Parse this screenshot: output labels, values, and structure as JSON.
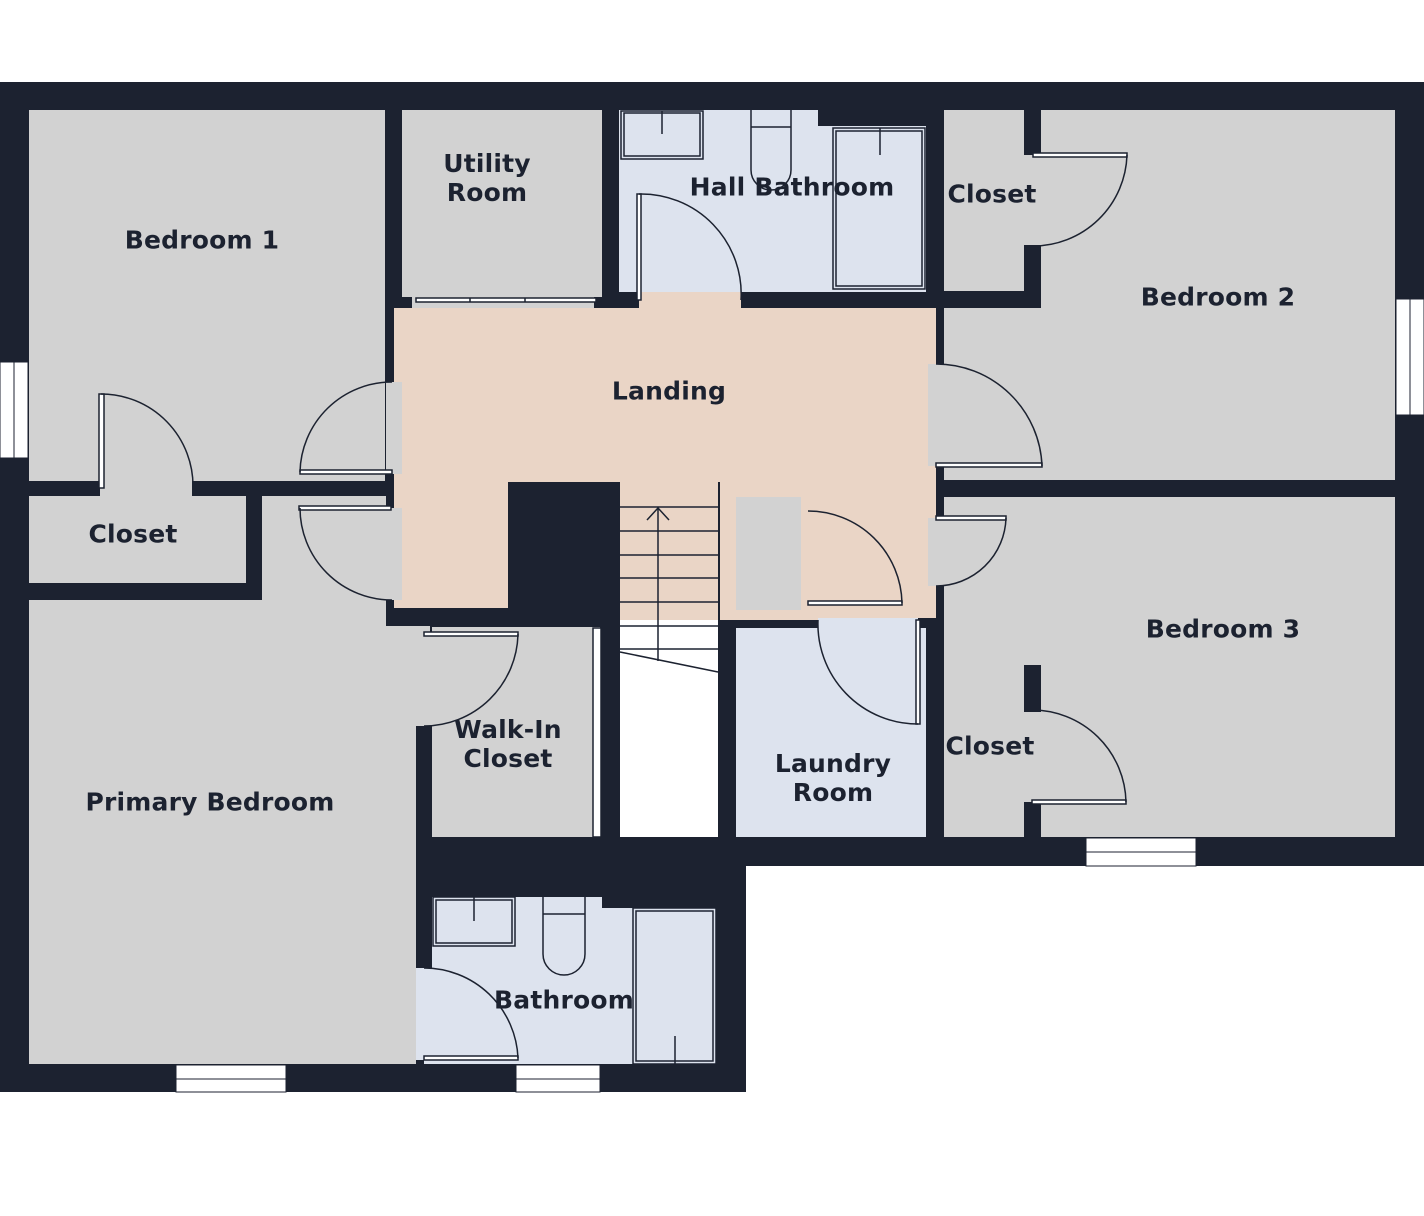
{
  "floor_plan": {
    "colors": {
      "wall": "#1c2230",
      "room_gray": "#d2d2d2",
      "room_blue": "#dde3ee",
      "landing": "#ead5c6",
      "window": "#ffffff",
      "text": "#1c2230"
    },
    "rooms": {
      "bedroom_1": {
        "label": "Bedroom 1"
      },
      "utility_room": {
        "line1": "Utility",
        "line2": "Room"
      },
      "hall_bathroom": {
        "label": "Hall Bathroom"
      },
      "closet_bedroom_2": {
        "label": "Closet"
      },
      "bedroom_2": {
        "label": "Bedroom 2"
      },
      "landing": {
        "label": "Landing"
      },
      "closet_bedroom_1": {
        "label": "Closet"
      },
      "walk_in_closet": {
        "line1": "Walk-In",
        "line2": "Closet"
      },
      "laundry_room": {
        "line1": "Laundry",
        "line2": "Room"
      },
      "bedroom_3": {
        "label": "Bedroom 3"
      },
      "closet_bedroom_3": {
        "label": "Closet"
      },
      "primary_bedroom": {
        "label": "Primary Bedroom"
      },
      "bathroom": {
        "label": "Bathroom"
      }
    },
    "stairs": {
      "direction": "up",
      "treads": 7
    }
  }
}
